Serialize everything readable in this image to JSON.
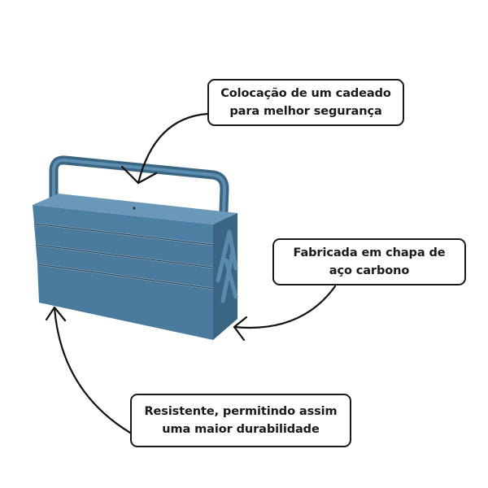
{
  "callouts": [
    {
      "id": "padlock",
      "lines": [
        "Colocação de um cadeado",
        "para melhor segurança"
      ]
    },
    {
      "id": "material",
      "lines": [
        "Fabricada em chapa de",
        "aço carbono"
      ]
    },
    {
      "id": "durability",
      "lines": [
        "Resistente, permitindo assim",
        "uma maior durabilidade"
      ]
    }
  ],
  "product": {
    "name": "toolbox",
    "color": "#4a7b9d",
    "color_dark": "#3b6683",
    "color_light": "#5e8eaf"
  },
  "arrow_color": "#111111"
}
